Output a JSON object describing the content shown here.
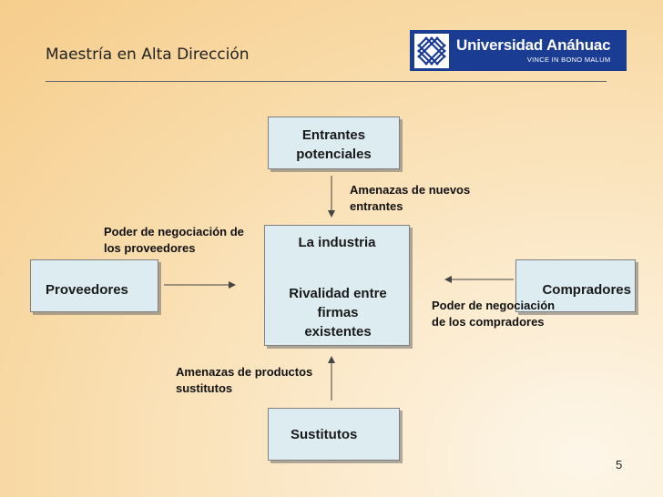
{
  "header": {
    "title": "Maestría en Alta Dirección",
    "logo": {
      "name": "Universidad Anáhuac",
      "motto": "VINCE IN BONO MALUM",
      "color": "#1b3c93"
    }
  },
  "boxes": {
    "entrantes": "Entrantes potenciales",
    "industria": "La industria",
    "rivalidad": "Rivalidad entre firmas existentes",
    "proveedores": "Proveedores",
    "compradores": "Compradores",
    "sustitutos": "Sustitutos"
  },
  "labels": {
    "amenazas_entrantes": "Amenazas de nuevos entrantes",
    "poder_proveedores": "Poder de negociación de los proveedores",
    "poder_compradores": "Poder de negociación de los compradores",
    "amenazas_sustitutos": "Amenazas de productos sustitutos"
  },
  "page_number": "5"
}
